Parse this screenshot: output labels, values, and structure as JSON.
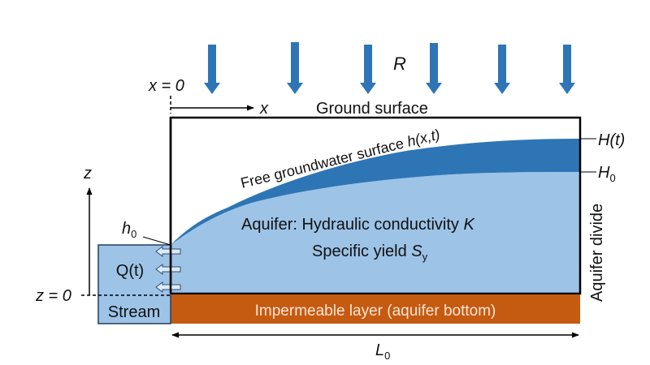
{
  "title": "Unconfined aquifer drained by a stream",
  "recharge": {
    "label": "R",
    "arrow_count": 6,
    "color": "#2e75b6"
  },
  "labels": {
    "x_origin": "x = 0",
    "x_axis": "x",
    "ground_surface": "Ground surface",
    "free_surface_text": "Free groundwater surface ",
    "free_surface_var": "h(x,t)",
    "H_t": "H(t)",
    "H0_main": "H",
    "H0_sub": "0",
    "z_axis": "z",
    "z_origin": "z = 0",
    "h0_main": "h",
    "h0_sub": "0",
    "Q_t": "Q(t)",
    "stream": "Stream",
    "aquifer_line1_prefix": "Aquifer: Hydraulic conductivity ",
    "aquifer_line1_var": "K",
    "aquifer_line2_prefix": "Specific yield ",
    "aquifer_line2_var": "S",
    "aquifer_line2_sub": "y",
    "impermeable": "Impermeable layer (aquifer bottom)",
    "aquifer_divide": "Aquifer divide",
    "length_main": "L",
    "length_sub": "0"
  },
  "colors": {
    "aquifer": "#9dc3e6",
    "water_band": "#2e75b6",
    "stream": "#9dc3e6",
    "impermeable": "#c55a11",
    "impermeable_text": "#fbe5d6",
    "outline": "#000000"
  }
}
